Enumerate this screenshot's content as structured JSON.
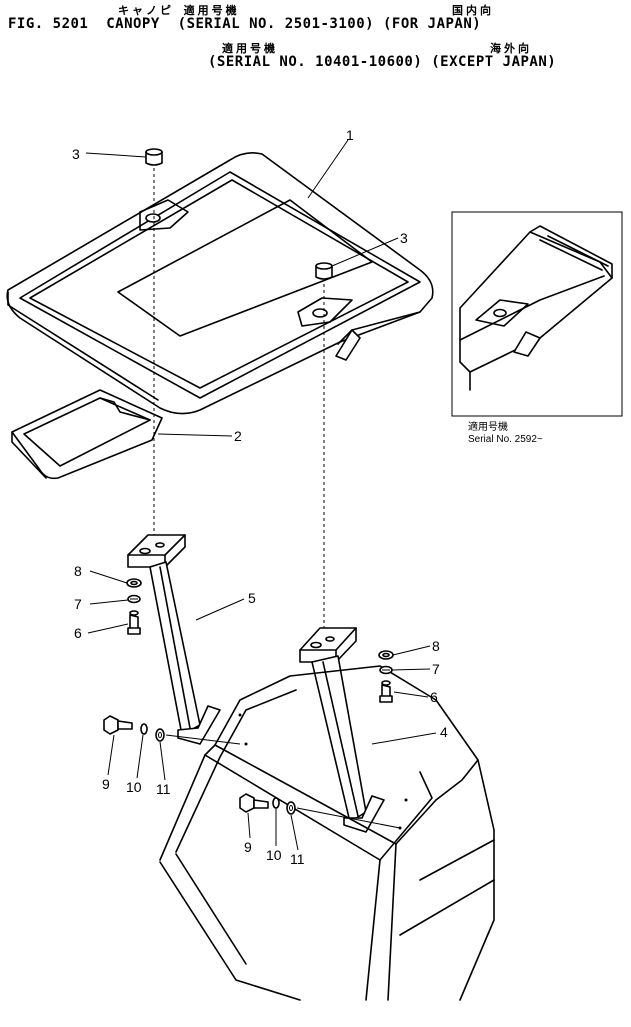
{
  "header": {
    "kana_row1": "キャノピ 適用号機",
    "kana_row1_right": "国内向",
    "line1": "FIG. 5201  CANOPY  (SERIAL NO. 2501-3100) (FOR JAPAN)",
    "kana_row2": "適用号機",
    "kana_row2_right": "海外向",
    "line2": "(SERIAL NO. 10401-10600) (EXCEPT JAPAN)"
  },
  "inset": {
    "caption_jp": "適用号機",
    "caption_serial": "Serial No. 2592~"
  },
  "callouts": {
    "c1": "1",
    "c2": "2",
    "c3a": "3",
    "c3b": "3",
    "c4": "4",
    "c5": "5",
    "c6a": "6",
    "c7a": "7",
    "c8a": "8",
    "c6b": "6",
    "c7b": "7",
    "c8b": "8",
    "c9a": "9",
    "c10a": "10",
    "c11a": "11",
    "c9b": "9",
    "c10b": "10",
    "c11b": "11"
  }
}
